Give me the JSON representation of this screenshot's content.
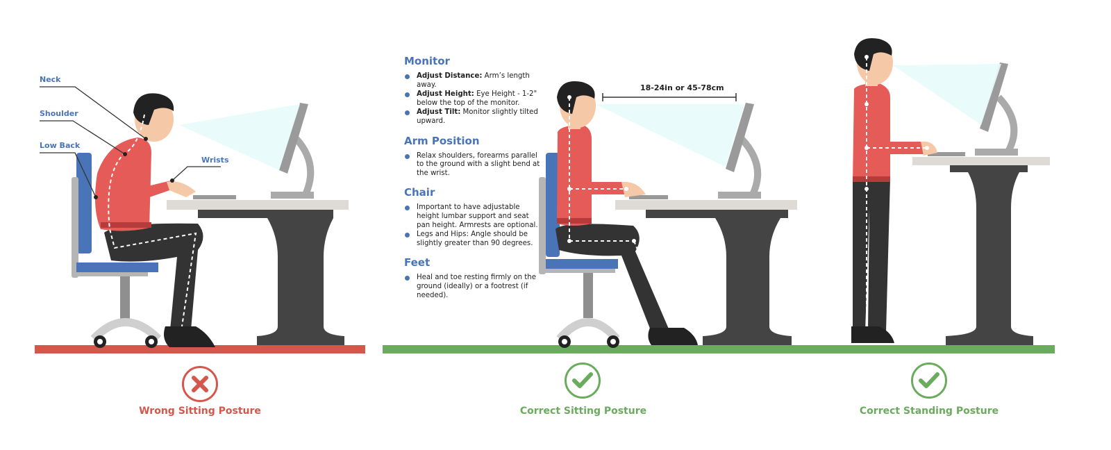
{
  "colors": {
    "wrong": "#d4574b",
    "correct": "#6aab5d",
    "accent": "#4a74b8",
    "shirt": "#e55b57",
    "pants": "#333333",
    "desk": "#444444",
    "desk_top": "#dedad6",
    "screen_beam": "#e8fbfb"
  },
  "callouts": {
    "neck": "Neck",
    "shoulder": "Shoulder",
    "low_back": "Low Back",
    "wrists": "Wrists"
  },
  "guide": {
    "monitor": {
      "title": "Monitor",
      "items": [
        {
          "bold": "Adjust Distance:",
          "text": " Arm’s length away."
        },
        {
          "bold": "Adjust Height:",
          "text": " Eye Height - 1-2\" below the top of the monitor."
        },
        {
          "bold": "Adjust Tilt:",
          "text": " Monitor slightly tilted upward."
        }
      ]
    },
    "arm": {
      "title": "Arm Position",
      "items": [
        {
          "text": "Relax shoulders, forearms parallel to the ground with a slight bend at the wrist."
        }
      ]
    },
    "chair": {
      "title": "Chair",
      "items": [
        {
          "text": "Important to have adjustable height lumbar support and seat pan height. Armrests are optional."
        },
        {
          "text": "Legs and Hips: Angle should be slightly greater than 90 degrees."
        }
      ]
    },
    "feet": {
      "title": "Feet",
      "items": [
        {
          "text": "Heal and toe resting firmly on the ground (ideally) or a footrest (if needed)."
        }
      ]
    }
  },
  "distance_label": "18-24in or 45-78cm",
  "panels": {
    "wrong": {
      "label": "Wrong Sitting Posture",
      "icon": "cross-icon"
    },
    "sitting": {
      "label": "Correct Sitting Posture",
      "icon": "check-icon"
    },
    "standing": {
      "label": "Correct Standing Posture",
      "icon": "check-icon"
    }
  }
}
